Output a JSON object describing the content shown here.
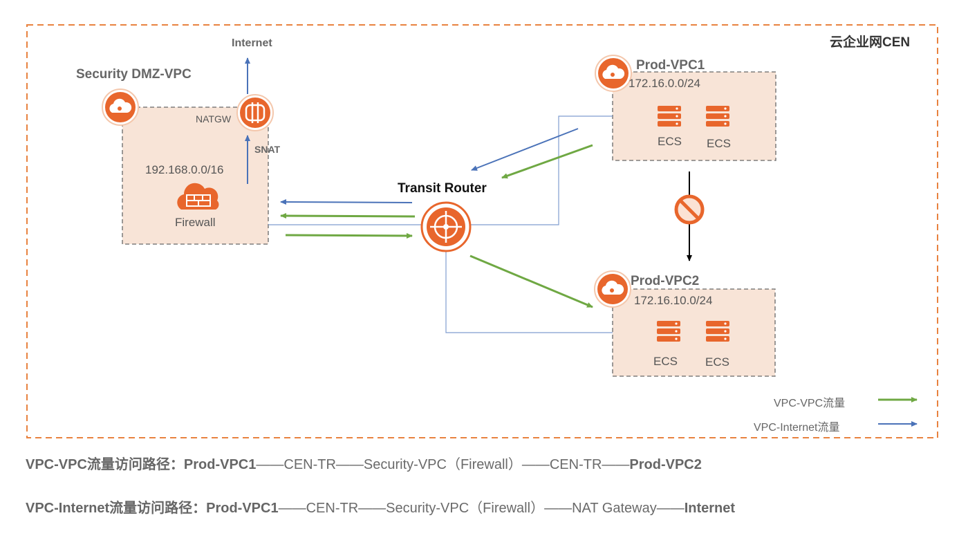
{
  "cen": {
    "label": "云企业网CEN"
  },
  "security_vpc": {
    "title": "Security DMZ-VPC",
    "cidr": "192.168.0.0/16",
    "firewall_label": "Firewall",
    "natgw_label": "NATGW",
    "snat_label": "SNAT",
    "internet_label": "Internet"
  },
  "transit_router": {
    "label": "Transit Router"
  },
  "prod_vpc1": {
    "name": "Prod-VPC1",
    "cidr": "172.16.0.0/24",
    "ecs": [
      "ECS",
      "ECS"
    ]
  },
  "prod_vpc2": {
    "name": "Prod-VPC2",
    "cidr": "172.16.10.0/24",
    "ecs": [
      "ECS",
      "ECS"
    ]
  },
  "legend": [
    {
      "label": "VPC-VPC流量",
      "color": "#6fa843"
    },
    {
      "label": "VPC-Internet流量",
      "color": "#4a72b8"
    }
  ],
  "paths": {
    "vpc_vpc": {
      "prefix": "VPC-VPC流量访问路径：",
      "start": "Prod-VPC1",
      "middle": "——CEN-TR——Security-VPC（Firewall）——CEN-TR——",
      "end": "Prod-VPC2"
    },
    "vpc_internet": {
      "prefix": "VPC-Internet流量访问路径：",
      "start": "Prod-VPC1",
      "middle": "——CEN-TR——Security-VPC（Firewall）——NAT Gateway——",
      "end": "Internet"
    }
  },
  "colors": {
    "accent_orange": "#e8662c",
    "box_fill": "#f8e4d7",
    "green": "#6fa843",
    "blue": "#4a72b8"
  }
}
